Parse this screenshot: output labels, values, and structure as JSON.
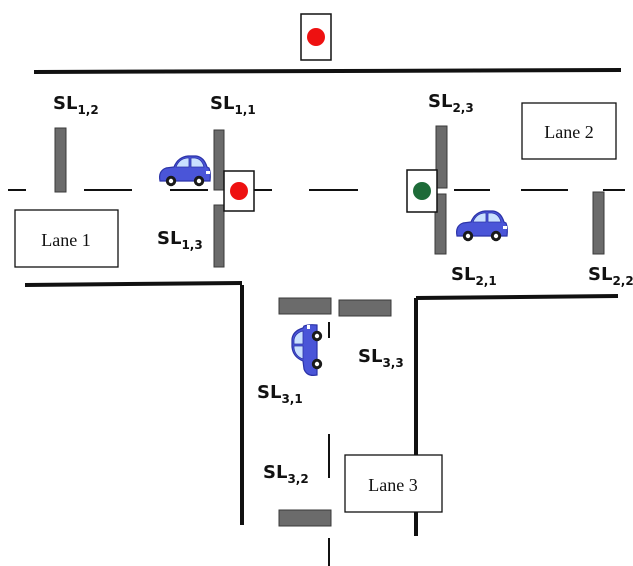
{
  "colors": {
    "road_line": "#111111",
    "stop_line": "#6b6b6b",
    "stop_line_border": "#3a3a3a",
    "signal_red": "#ee1111",
    "signal_green": "#1d6b38",
    "car_body": "#4a55d8",
    "car_body_dark": "#2b33a8"
  },
  "icons": {
    "car": "car-icon",
    "traffic_light": "traffic-light-icon"
  },
  "lanes": {
    "lane1": "Lane 1",
    "lane2": "Lane 2",
    "lane3": "Lane 3"
  },
  "stop_lines": {
    "sl_1_1": {
      "main": "SL",
      "sub": "1,1"
    },
    "sl_1_2": {
      "main": "SL",
      "sub": "1,2"
    },
    "sl_1_3": {
      "main": "SL",
      "sub": "1,3"
    },
    "sl_2_1": {
      "main": "SL",
      "sub": "2,1"
    },
    "sl_2_2": {
      "main": "SL",
      "sub": "2,2"
    },
    "sl_2_3": {
      "main": "SL",
      "sub": "2,3"
    },
    "sl_3_1": {
      "main": "SL",
      "sub": "3,1"
    },
    "sl_3_2": {
      "main": "SL",
      "sub": "3,2"
    },
    "sl_3_3": {
      "main": "SL",
      "sub": "3,3"
    }
  },
  "signals": {
    "top": "red",
    "lane1": "red",
    "lane2": "green"
  }
}
